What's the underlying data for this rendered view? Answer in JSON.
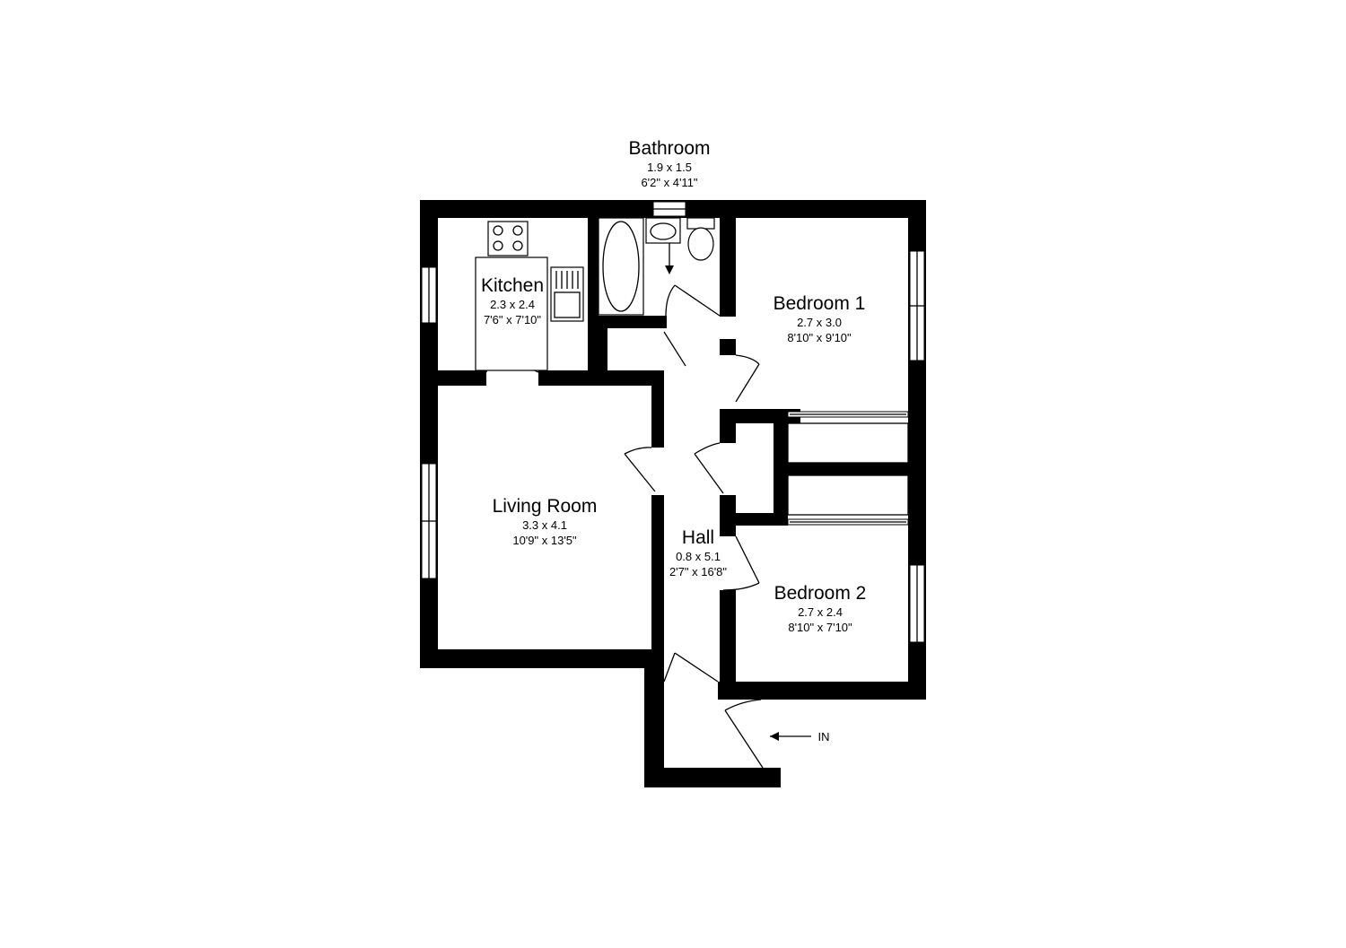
{
  "rooms": {
    "bathroom": {
      "name": "Bathroom",
      "metric": "1.9 x 1.5",
      "imperial": "6'2\" x 4'11\""
    },
    "kitchen": {
      "name": "Kitchen",
      "metric": "2.3 x 2.4",
      "imperial": "7'6\" x 7'10\""
    },
    "bedroom1": {
      "name": "Bedroom 1",
      "metric": "2.7 x 3.0",
      "imperial": "8'10\" x 9'10\""
    },
    "living": {
      "name": "Living Room",
      "metric": "3.3 x 4.1",
      "imperial": "10'9\" x 13'5\""
    },
    "hall": {
      "name": "Hall",
      "metric": "0.8 x 5.1",
      "imperial": "2'7\" x 16'8\""
    },
    "bedroom2": {
      "name": "Bedroom 2",
      "metric": "2.7 x 2.4",
      "imperial": "8'10\" x 7'10\""
    }
  },
  "entrance": {
    "label": "IN"
  },
  "colors": {
    "wall": "#000000",
    "background": "#ffffff"
  }
}
